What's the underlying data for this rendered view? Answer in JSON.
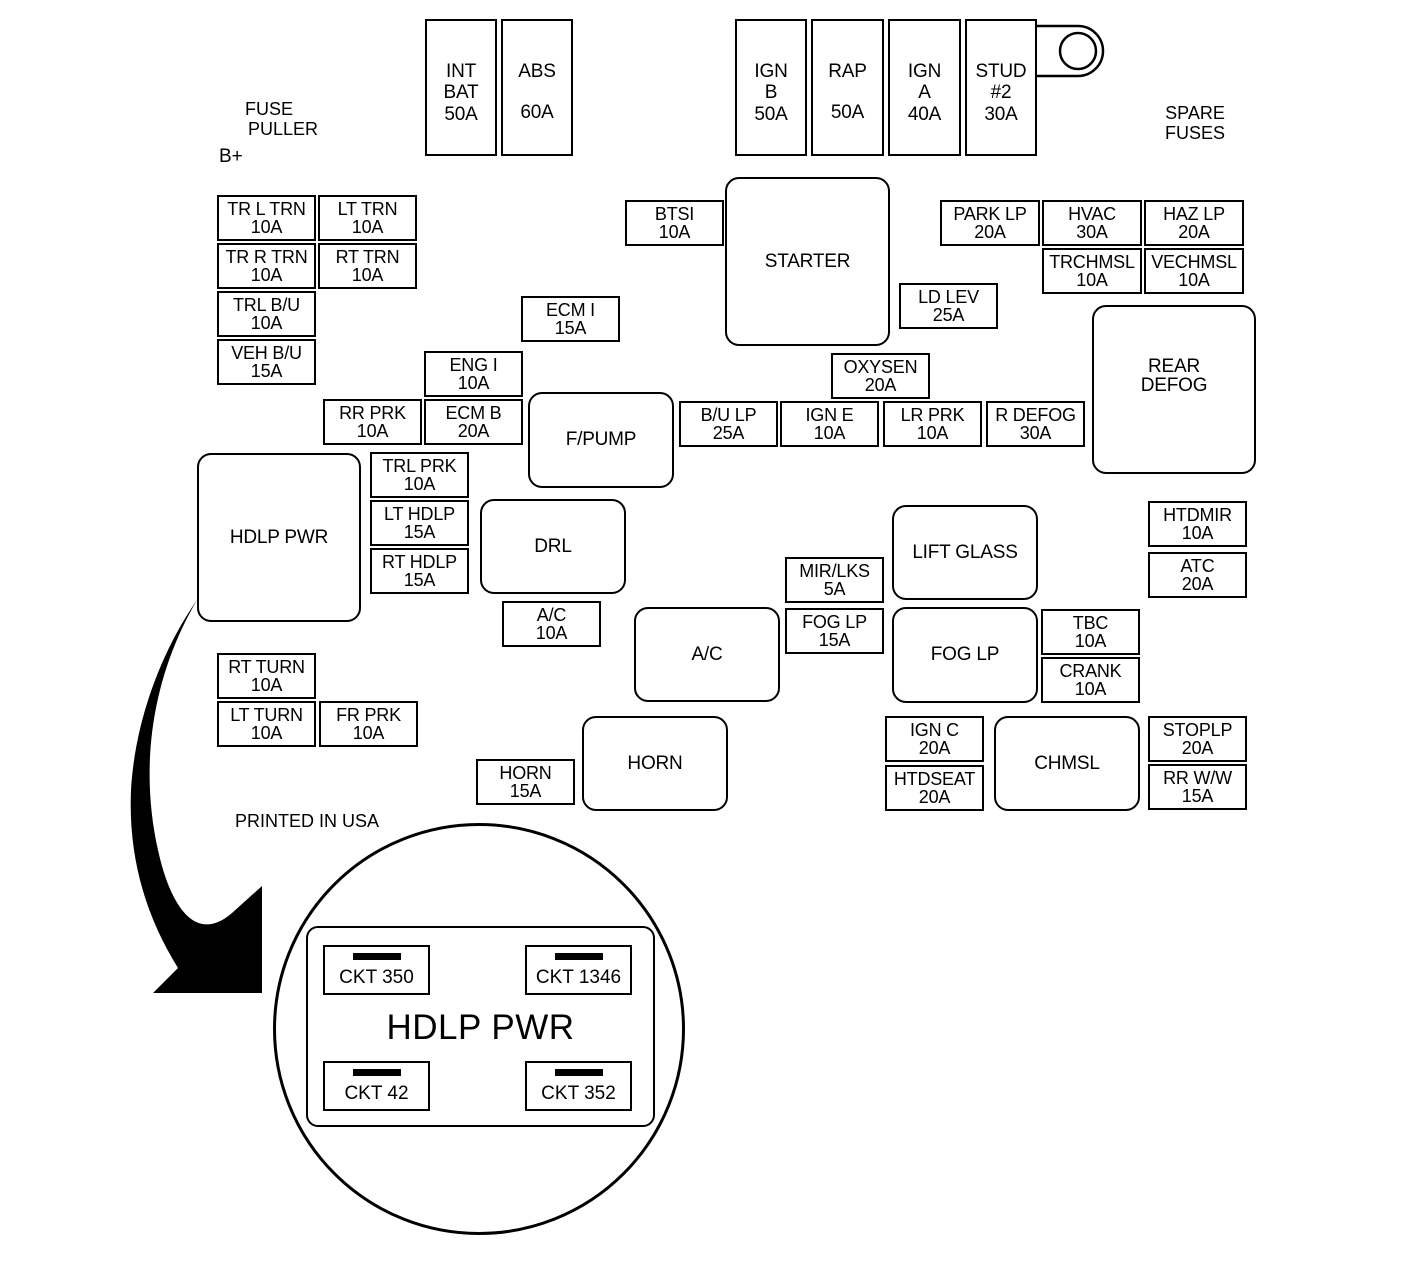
{
  "labels": {
    "fuse_puller": [
      "FUSE",
      "PULLER"
    ],
    "b_plus": "B+",
    "spare_fuses": [
      "SPARE",
      "FUSES"
    ],
    "printed": "PRINTED IN USA"
  },
  "maxi_fuses": [
    {
      "id": "int-bat",
      "lines": [
        "INT",
        "BAT",
        "50A"
      ]
    },
    {
      "id": "abs",
      "lines": [
        "ABS",
        "",
        "60A"
      ]
    },
    {
      "id": "ign-b",
      "lines": [
        "IGN",
        "B",
        "50A"
      ]
    },
    {
      "id": "rap",
      "lines": [
        "RAP",
        "",
        "50A"
      ]
    },
    {
      "id": "ign-a",
      "lines": [
        "IGN",
        "A",
        "40A"
      ]
    },
    {
      "id": "stud-2",
      "lines": [
        "STUD",
        "#2",
        "30A"
      ]
    }
  ],
  "fuses": [
    {
      "id": "tr-l-trn",
      "lines": [
        "TR L TRN",
        "10A"
      ]
    },
    {
      "id": "lt-trn",
      "lines": [
        "LT TRN",
        "10A"
      ]
    },
    {
      "id": "tr-r-trn",
      "lines": [
        "TR R TRN",
        "10A"
      ]
    },
    {
      "id": "rt-trn",
      "lines": [
        "RT TRN",
        "10A"
      ]
    },
    {
      "id": "trl-bu",
      "lines": [
        "TRL B/U",
        "10A"
      ]
    },
    {
      "id": "veh-bu",
      "lines": [
        "VEH B/U",
        "15A"
      ]
    },
    {
      "id": "eng-i",
      "lines": [
        "ENG I",
        "10A"
      ]
    },
    {
      "id": "rr-prk",
      "lines": [
        "RR PRK",
        "10A"
      ]
    },
    {
      "id": "ecm-b",
      "lines": [
        "ECM B",
        "20A"
      ]
    },
    {
      "id": "ecm-i",
      "lines": [
        "ECM I",
        "15A"
      ]
    },
    {
      "id": "btsi",
      "lines": [
        "BTSI",
        "10A"
      ]
    },
    {
      "id": "trl-prk",
      "lines": [
        "TRL PRK",
        "10A"
      ]
    },
    {
      "id": "lt-hdlp",
      "lines": [
        "LT HDLP",
        "15A"
      ]
    },
    {
      "id": "rt-hdlp",
      "lines": [
        "RT HDLP",
        "15A"
      ]
    },
    {
      "id": "ac-fuse",
      "lines": [
        "A/C",
        "10A"
      ]
    },
    {
      "id": "rt-turn",
      "lines": [
        "RT TURN",
        "10A"
      ]
    },
    {
      "id": "lt-turn",
      "lines": [
        "LT TURN",
        "10A"
      ]
    },
    {
      "id": "fr-prk",
      "lines": [
        "FR PRK",
        "10A"
      ]
    },
    {
      "id": "horn-fuse",
      "lines": [
        "HORN",
        "15A"
      ]
    },
    {
      "id": "park-lp",
      "lines": [
        "PARK LP",
        "20A"
      ]
    },
    {
      "id": "hvac",
      "lines": [
        "HVAC",
        "30A"
      ]
    },
    {
      "id": "haz-lp",
      "lines": [
        "HAZ LP",
        "20A"
      ]
    },
    {
      "id": "trchmsl",
      "lines": [
        "TRCHMSL",
        "10A"
      ]
    },
    {
      "id": "vechmsl",
      "lines": [
        "VECHMSL",
        "10A"
      ]
    },
    {
      "id": "ld-lev",
      "lines": [
        "LD LEV",
        "25A"
      ]
    },
    {
      "id": "oxysen",
      "lines": [
        "OXYSEN",
        "20A"
      ]
    },
    {
      "id": "bu-lp",
      "lines": [
        "B/U LP",
        "25A"
      ]
    },
    {
      "id": "ign-e",
      "lines": [
        "IGN E",
        "10A"
      ]
    },
    {
      "id": "lr-prk",
      "lines": [
        "LR PRK",
        "10A"
      ]
    },
    {
      "id": "r-defog-fuse",
      "lines": [
        "R DEFOG",
        "30A"
      ]
    },
    {
      "id": "htdmir",
      "lines": [
        "HTDMIR",
        "10A"
      ]
    },
    {
      "id": "atc",
      "lines": [
        "ATC",
        "20A"
      ]
    },
    {
      "id": "mir-lks",
      "lines": [
        "MIR/LKS",
        "5A"
      ]
    },
    {
      "id": "fog-lp-fuse",
      "lines": [
        "FOG LP",
        "15A"
      ]
    },
    {
      "id": "tbc",
      "lines": [
        "TBC",
        "10A"
      ]
    },
    {
      "id": "crank",
      "lines": [
        "CRANK",
        "10A"
      ]
    },
    {
      "id": "ign-c",
      "lines": [
        "IGN C",
        "20A"
      ]
    },
    {
      "id": "htdseat",
      "lines": [
        "HTDSEAT",
        "20A"
      ]
    },
    {
      "id": "stoplp",
      "lines": [
        "STOPLP",
        "20A"
      ]
    },
    {
      "id": "rr-ww",
      "lines": [
        "RR W/W",
        "15A"
      ]
    }
  ],
  "relays": [
    {
      "id": "starter",
      "lines": [
        "STARTER"
      ]
    },
    {
      "id": "rear-defog",
      "lines": [
        "REAR",
        "DEFOG"
      ]
    },
    {
      "id": "f-pump",
      "lines": [
        "F/PUMP"
      ]
    },
    {
      "id": "hdlp-pwr",
      "lines": [
        "HDLP PWR"
      ]
    },
    {
      "id": "drl",
      "lines": [
        "DRL"
      ]
    },
    {
      "id": "lift-glass",
      "lines": [
        "LIFT GLASS"
      ]
    },
    {
      "id": "ac-relay",
      "lines": [
        "A/C"
      ]
    },
    {
      "id": "fog-lp-relay",
      "lines": [
        "FOG LP"
      ]
    },
    {
      "id": "horn-relay",
      "lines": [
        "HORN"
      ]
    },
    {
      "id": "chmsl",
      "lines": [
        "CHMSL"
      ]
    }
  ],
  "detail": {
    "title": "HDLP PWR",
    "terminals": [
      "CKT 350",
      "CKT 1346",
      "CKT 42",
      "CKT 352"
    ]
  }
}
